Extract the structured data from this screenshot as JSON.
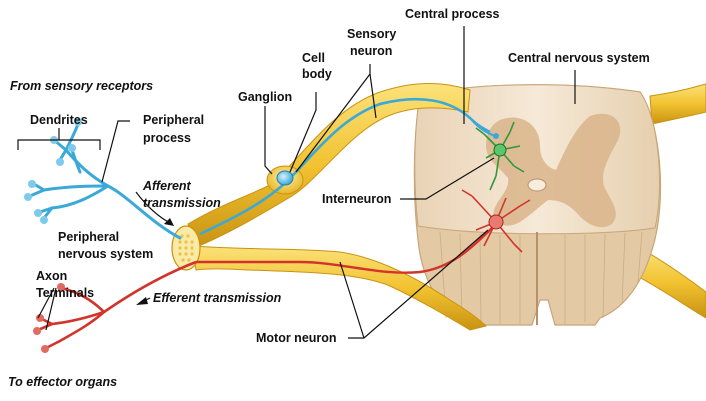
{
  "labels": {
    "from_sensory_receptors": "From sensory receptors",
    "dendrites": "Dendrites",
    "peripheral_process_1": "Peripheral",
    "peripheral_process_2": "process",
    "afferent_1": "Afferent",
    "afferent_2": "transmission",
    "pns_1": "Peripheral",
    "pns_2": "nervous system",
    "axon_terminals_1": "Axon",
    "axon_terminals_2": "Terminals",
    "efferent": "Efferent transmission",
    "to_effector_organs": "To effector organs",
    "ganglion": "Ganglion",
    "cell_body_1": "Cell",
    "cell_body_2": "body",
    "sensory_neuron_1": "Sensory",
    "sensory_neuron_2": "neuron",
    "central_process": "Central process",
    "cns": "Central nervous system",
    "interneuron": "Interneuron",
    "motor_neuron": "Motor neuron"
  },
  "colors": {
    "nerve_yellow": "#f2c230",
    "nerve_light": "#fbe27a",
    "nerve_dark": "#c99312",
    "sensory_blue": "#3aa9d8",
    "motor_red": "#d2342c",
    "interneuron_green": "#2f9a3a",
    "spinal_white": "#f3e4cf",
    "gray_matter": "#d9b48a",
    "cord_edge": "#c8a57a"
  }
}
